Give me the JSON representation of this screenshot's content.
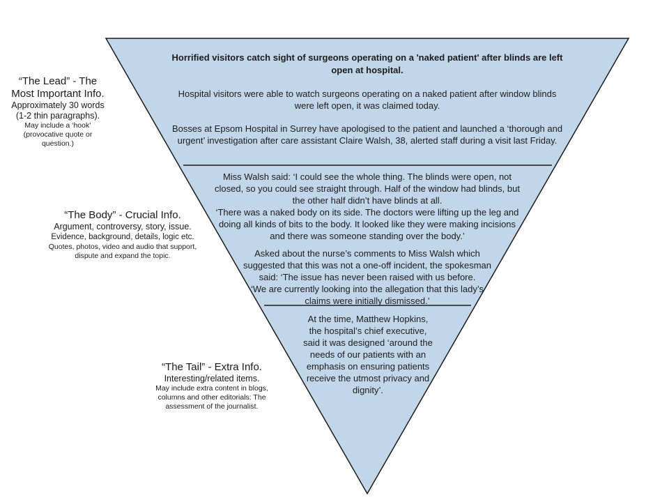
{
  "colors": {
    "pyramid_fill": "#c2d6ea",
    "pyramid_stroke": "#1a1a1a"
  },
  "lead_label": {
    "title_line1": "“The Lead” - The",
    "title_line2": "Most Important Info.",
    "line1": "Approximately 30 words",
    "line2": "(1-2 thin paragraphs).",
    "line3": "May include a ‘hook’",
    "line4": "(provocative quote or",
    "line5": "question.)"
  },
  "body_label": {
    "title": "“The Body” - Crucial Info.",
    "line1": "Argument, controversy, story, issue.",
    "line2": "Evidence, background, details, logic etc.",
    "line3": "Quotes, photos, video and audio that support,",
    "line4": "dispute and expand the topic."
  },
  "tail_label": {
    "title": "“The Tail” - Extra Info.",
    "line1": "Interesting/related items.",
    "line2": "May include extra content in blogs,",
    "line3": "columns and other editorials: The",
    "line4": "assessment of the journalist."
  },
  "lead_section": {
    "headline_line1": "Horrified visitors catch sight of surgeons operating on a 'naked patient' after blinds are left",
    "headline_line2": "open at hospital.",
    "para1_line1": "Hospital visitors were able to watch surgeons operating on a naked patient after window blinds",
    "para1_line2": "were left open, it was claimed today.",
    "para2_line1": "Bosses at Epsom Hospital in Surrey have apologised to the patient and launched a ‘thorough and",
    "para2_line2": "urgent’ investigation after care assistant Claire Walsh, 38, alerted staff during a visit last Friday."
  },
  "body_section": {
    "para1_line1": "Miss Walsh said: ‘I could see the whole thing. The blinds were open, not",
    "para1_line2": "closed, so you could see straight through. Half of the window had blinds, but",
    "para1_line3": "the other half didn’t have blinds at all.",
    "para1_line4": "‘There was a naked body on its side. The doctors were lifting up the leg and",
    "para1_line5": "doing all kinds of bits to the body.  It looked like they were making incisions",
    "para1_line6": "and there was someone standing over the body.’",
    "para2_line1": "Asked about the nurse’s comments to Miss Walsh which",
    "para2_line2": "suggested that this was not a one-off incident, the spokesman",
    "para2_line3": "said: ‘The issue has never been raised with us before.",
    "para2_line4": "‘We are currently looking into the allegation that this lady’s",
    "para2_line5": "claims were initially dismissed.’"
  },
  "tail_section": {
    "line1": "At the time, Matthew Hopkins,",
    "line2": "the hospital’s chief executive,",
    "line3": "said it was designed ‘around the",
    "line4": "needs of our patients with an",
    "line5": "emphasis on ensuring patients",
    "line6": "receive the utmost privacy and",
    "line7": "dignity’."
  }
}
